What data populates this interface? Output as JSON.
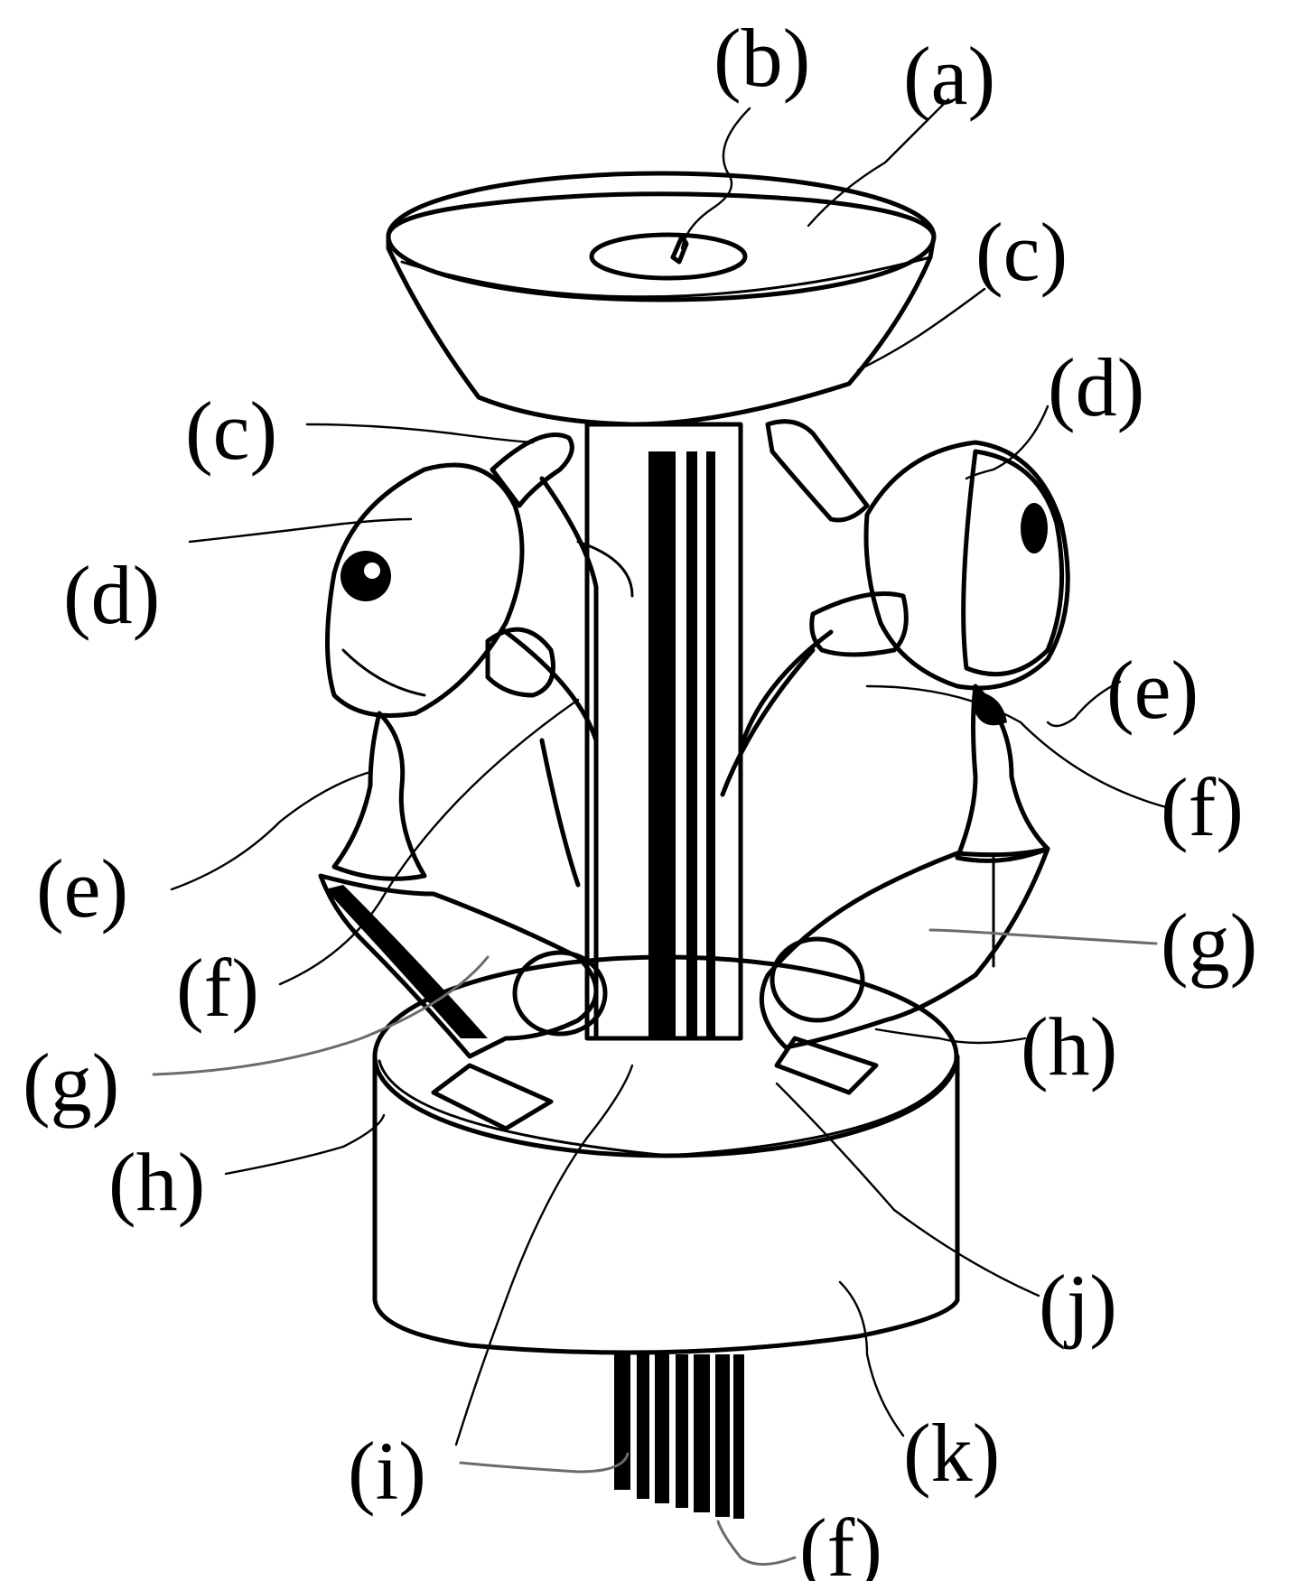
{
  "labels": {
    "a": "(a)",
    "b": "(b)",
    "c_left": "(c)",
    "c_right": "(c)",
    "d_left": "(d)",
    "d_right": "(d)",
    "e_left": "(e)",
    "e_right": "(e)",
    "f_left": "(f)",
    "f_right": "(f)",
    "f_bottom": "(f)",
    "g_left": "(g)",
    "g_right": "(g)",
    "h_left": "(h)",
    "h_right": "(h)",
    "i": "(i)",
    "j": "(j)",
    "k": "(k)"
  },
  "colors": {
    "ink": "#000000",
    "leader_grey": "#6b6b6b",
    "background": "#ffffff"
  }
}
